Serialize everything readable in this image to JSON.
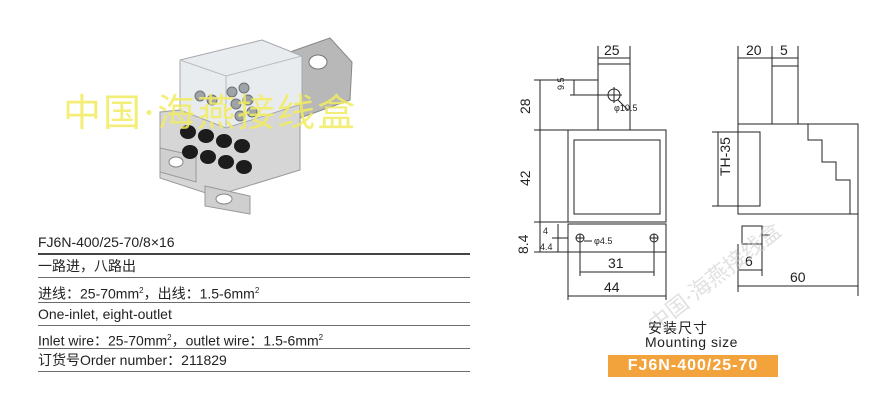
{
  "photo": {
    "watermark": "中国·海燕接线盒"
  },
  "spec": {
    "model": "FJ6N-400/25-70/8×16",
    "line_cn_1": "一路进，八路出",
    "line_cn_2_prefix": "进线：25-70mm",
    "line_cn_2_mid": "，出线：1.5-6mm",
    "line_en_1": "One-inlet, eight-outlet",
    "line_en_2_prefix": "Inlet wire：25-70mm",
    "line_en_2_mid": "，outlet wire：1.5-6mm",
    "order_label": "订货号Order number：",
    "order_number": "211829",
    "sup": "2"
  },
  "drawing": {
    "front": {
      "top_width": "25",
      "hole_offset": "9.5",
      "hole_dia": "φ10.5",
      "top_height": "28",
      "body_height": "42",
      "foot_outer": "8.4",
      "foot_inner_a": "4",
      "foot_inner_b": "4.4",
      "foot_hole": "φ4.5",
      "hole_span": "31",
      "base_width": "44"
    },
    "side": {
      "top_a": "20",
      "top_b": "5",
      "rail": "TH-35",
      "foot": "6",
      "depth": "60"
    },
    "watermark": "中国·海燕接线盒"
  },
  "caption": {
    "title_cn": "安装尺寸",
    "title_en": "Mounting size",
    "model": "FJ6N-400/25-70"
  }
}
